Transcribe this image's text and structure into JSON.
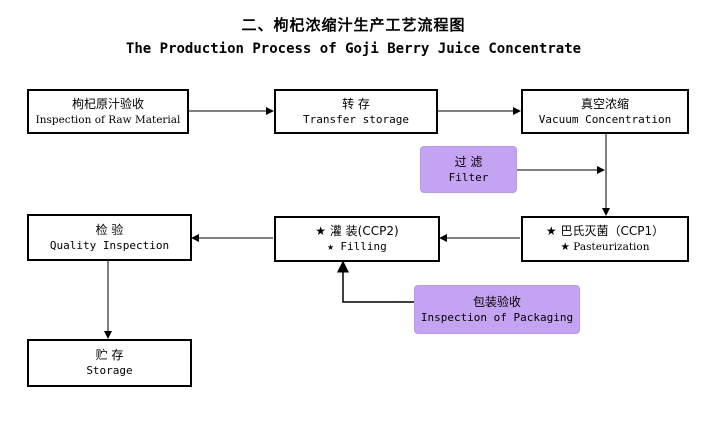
{
  "title": {
    "cn": "二、枸杞浓缩汁生产工艺流程图",
    "en": "The Production Process of Goji Berry Juice Concentrate"
  },
  "nodes": {
    "raw_material": {
      "cn": "枸杞原汁验收",
      "en": "Inspection of Raw Material"
    },
    "transfer": {
      "cn": "转  存",
      "en": "Transfer storage"
    },
    "vacuum": {
      "cn": "真空浓缩",
      "en": "Vacuum Concentration"
    },
    "filter": {
      "cn": "过  滤",
      "en": "Filter"
    },
    "pasteurization": {
      "cn": "★ 巴氏灭菌（CCP1）",
      "en": "★ Pasteurization"
    },
    "filling": {
      "cn": "★ 灌 装(CCP2)",
      "en": "★ Filling"
    },
    "packaging": {
      "cn": "包装验收",
      "en": "Inspection of Packaging"
    },
    "quality": {
      "cn": "检    验",
      "en": "Quality Inspection"
    },
    "storage": {
      "cn": "贮 存",
      "en": "Storage"
    }
  },
  "colors": {
    "box_border": "#000000",
    "input_fill": "#c4a3f2",
    "arrow": "#000000"
  }
}
